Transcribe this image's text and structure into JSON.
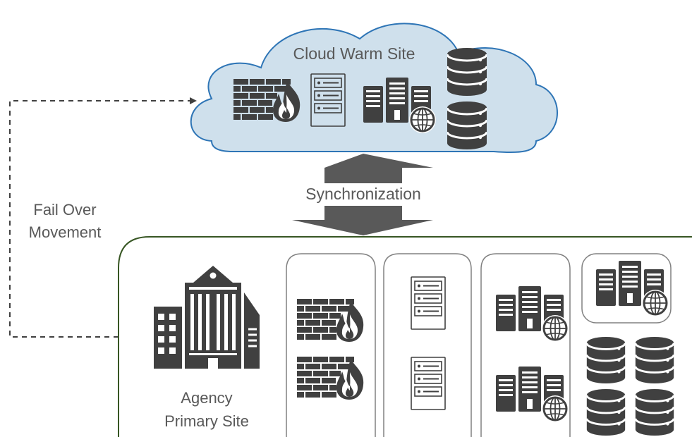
{
  "cloud": {
    "title": "Cloud Warm Site",
    "icons": [
      "firewall-icon",
      "server-rack-icon",
      "web-server-icon",
      "database-icon",
      "database-icon"
    ]
  },
  "sync": {
    "label": "Synchronization"
  },
  "failover": {
    "line1": "Fail Over",
    "line2": "Movement"
  },
  "primary": {
    "line1": "Agency",
    "line2": "Primary Site",
    "icons": [
      "building-icon",
      "firewall-icon",
      "server-rack-icon",
      "web-server-icon",
      "database-icon"
    ]
  },
  "colors": {
    "cloud_fill": "#cfe0ec",
    "cloud_stroke": "#2e75b6",
    "site_border": "#375623",
    "icon": "#404040",
    "text": "#595959",
    "panel_border": "#808080"
  }
}
